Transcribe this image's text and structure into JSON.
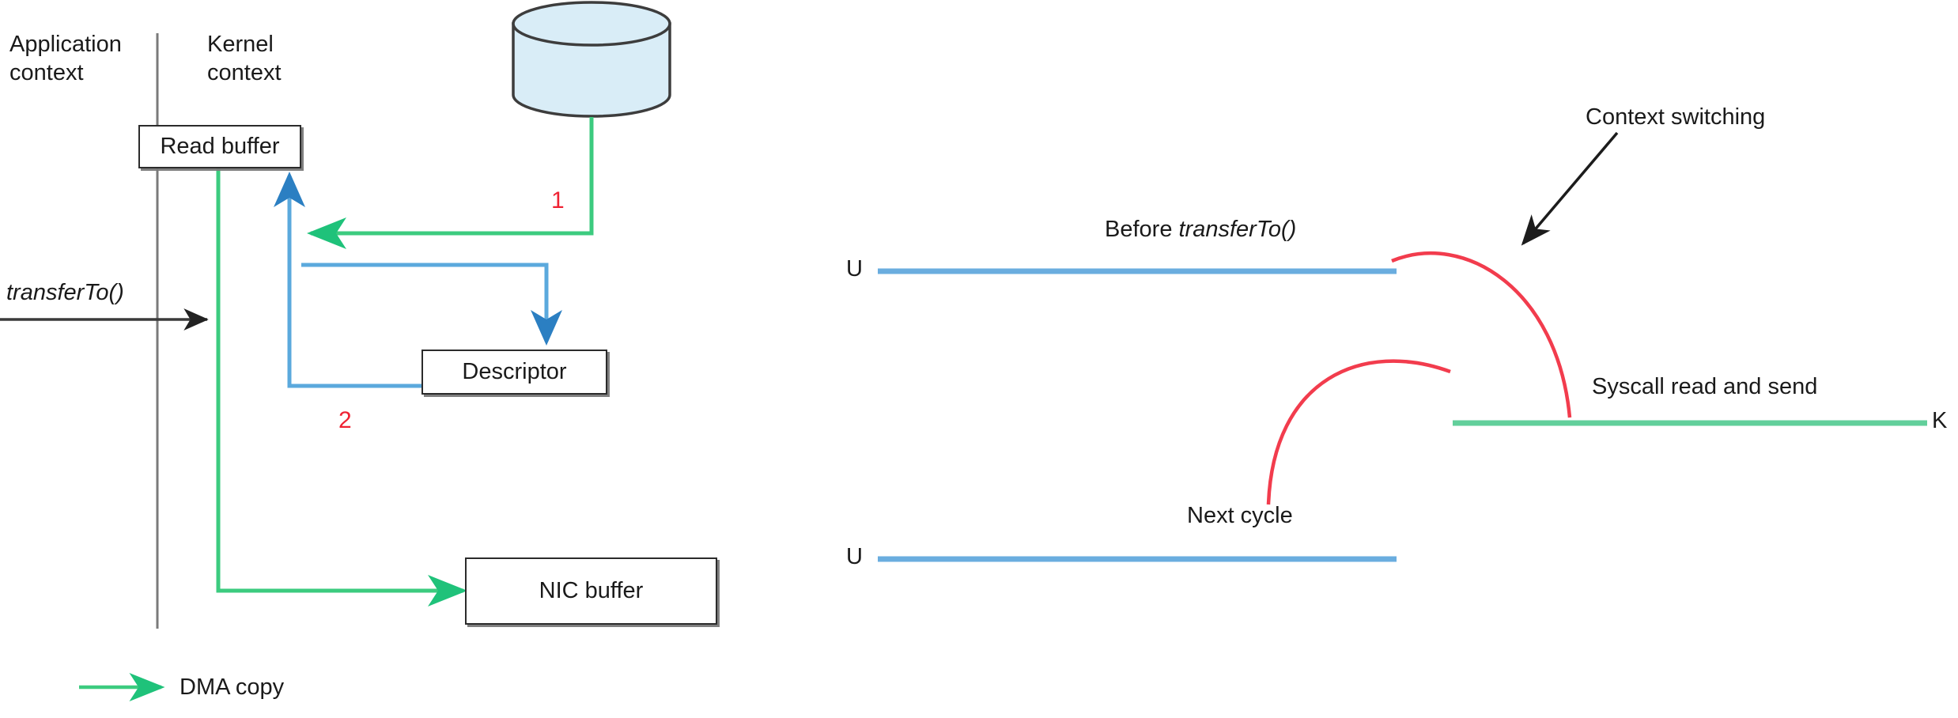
{
  "diagram": {
    "title_context_left": "Application\ncontext",
    "left_panel": {
      "application_context_label_line1": "Application",
      "application_context_label_line2": "context",
      "kernel_context_label_line1": "Kernel",
      "kernel_context_label_line2": "context",
      "syscall_label": "transferTo()",
      "boxes": [
        {
          "id": "read-buffer",
          "label": "Read buffer"
        },
        {
          "id": "descriptor",
          "label": "Descriptor"
        },
        {
          "id": "nic-buffer",
          "label": "NIC buffer"
        }
      ],
      "disk_shape": "cylinder-disk",
      "step_numbers": [
        {
          "id": "step-1",
          "label": "1"
        },
        {
          "id": "step-2",
          "label": "2"
        }
      ],
      "legend": {
        "items": [
          {
            "id": "dma-copy",
            "label": "DMA copy",
            "color": "#3ccb7f"
          }
        ]
      }
    },
    "right_panel": {
      "lane_labels": [
        {
          "id": "user-lane-top",
          "label": "U"
        },
        {
          "id": "user-lane-bottom",
          "label": "U"
        },
        {
          "id": "kernel-lane",
          "label": "K"
        }
      ],
      "annotations": [
        {
          "id": "before-transferto",
          "label_plain": "Before ",
          "label_italic": "transferTo()"
        },
        {
          "id": "context-switching",
          "label": "Context switching"
        },
        {
          "id": "syscall-read-and-send",
          "label": "Syscall read and send"
        },
        {
          "id": "next-cycle",
          "label": "Next cycle"
        }
      ]
    },
    "colors": {
      "green": "#3ccb7f",
      "blue": "#5ba9dd",
      "red": "#ef2233",
      "dark": "#2b2b2b",
      "disk_fill": "#d9edf7",
      "divider": "#7a7a7a"
    }
  }
}
